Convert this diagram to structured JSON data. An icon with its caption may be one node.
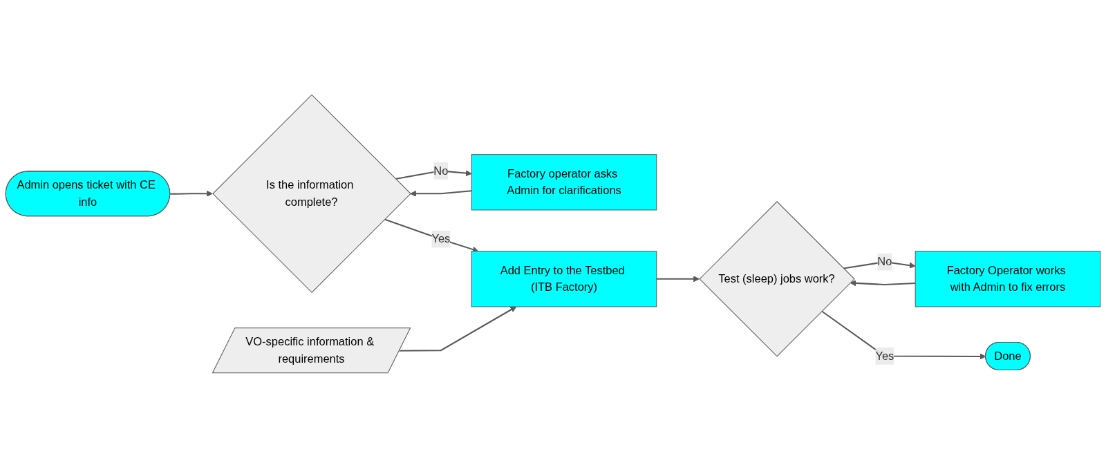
{
  "diagram": {
    "nodes": [
      {
        "text": [
          "Admin opens ticket with CE info"
        ]
      },
      {
        "text": [
          "Is the information complete?"
        ]
      },
      {
        "text": [
          "Factory operator asks Admin for clarifications"
        ]
      },
      {
        "text": [
          "VO-specific information & requirements"
        ]
      },
      {
        "text": [
          "Add Entry to the Testbed (ITB Factory)"
        ]
      },
      {
        "text": [
          "Factory Operator works with Admin to fix errors"
        ]
      },
      {
        "text": [
          "Test (sleep) jobs work?"
        ]
      },
      {
        "text": [
          "Done"
        ]
      }
    ],
    "edges": [
      {
        "from": 0,
        "to": 1,
        "arrow": "to"
      },
      {
        "from": 1,
        "to": 2,
        "arrow": "to",
        "label": "No"
      },
      {
        "from": 2,
        "to": 1,
        "arrow": "to"
      },
      {
        "from": 1,
        "to": 4,
        "arrow": "to",
        "label": "Yes"
      },
      {
        "from": 3,
        "to": 4,
        "arrow": "to"
      },
      {
        "from": 4,
        "to": 6,
        "arrow": "to"
      },
      {
        "from": 6,
        "to": 5,
        "arrow": "to",
        "label": "No"
      },
      {
        "from": 5,
        "to": 6,
        "arrow": "to"
      },
      {
        "from": 6,
        "to": 7,
        "arrow": "to",
        "label": "Yes"
      }
    ]
  }
}
